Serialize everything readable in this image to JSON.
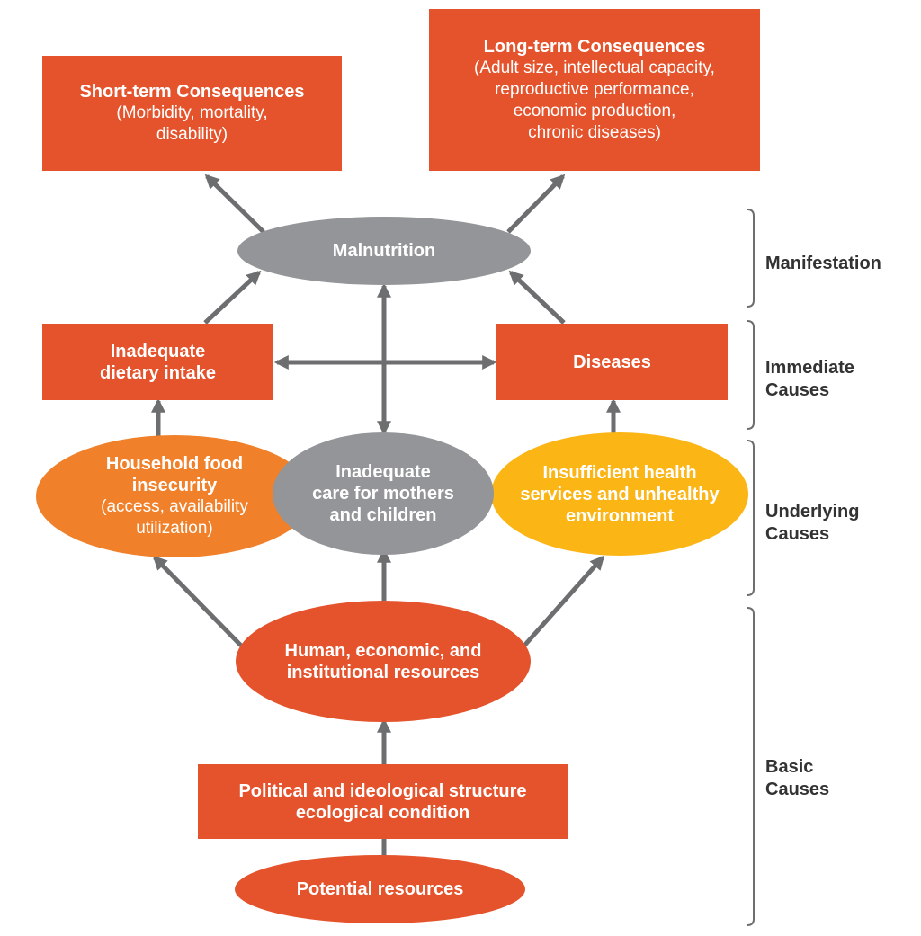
{
  "colors": {
    "orange": "#e4532c",
    "gray": "#939598",
    "light_orange": "#f0802a",
    "yellow": "#fbb515",
    "arrow": "#6d6e70",
    "bracket": "#6d6e70"
  },
  "nodes": {
    "short_term": {
      "title": "Short-term Consequences",
      "details": [
        "(Morbidity, mortality,",
        "disability)"
      ]
    },
    "long_term": {
      "title": "Long-term Consequences",
      "details": [
        "(Adult size, intellectual capacity,",
        "reproductive performance,",
        "economic production,",
        "chronic diseases)"
      ]
    },
    "malnutrition": {
      "title": "Malnutrition"
    },
    "dietary_intake": {
      "lines": [
        "Inadequate",
        "dietary intake"
      ]
    },
    "diseases": {
      "title": "Diseases"
    },
    "food_insecurity": {
      "title_lines": [
        "Household food",
        "insecurity"
      ],
      "details": [
        "(access, availability",
        "utilization)"
      ]
    },
    "inadequate_care": {
      "lines": [
        "Inadequate",
        "care for mothers",
        "and children"
      ]
    },
    "health_services": {
      "lines": [
        "Insufficient health",
        "services and unhealthy",
        "environment"
      ]
    },
    "human_resources": {
      "lines": [
        "Human, economic, and",
        "institutional resources"
      ]
    },
    "political": {
      "lines": [
        "Political and ideological structure",
        "ecological condition"
      ]
    },
    "potential": {
      "title": "Potential resources"
    }
  },
  "levels": {
    "manifestation": [
      "Manifestation"
    ],
    "immediate": [
      "Immediate",
      "Causes"
    ],
    "underlying": [
      "Underlying",
      "Causes"
    ],
    "basic": [
      "Basic",
      "Causes"
    ]
  }
}
